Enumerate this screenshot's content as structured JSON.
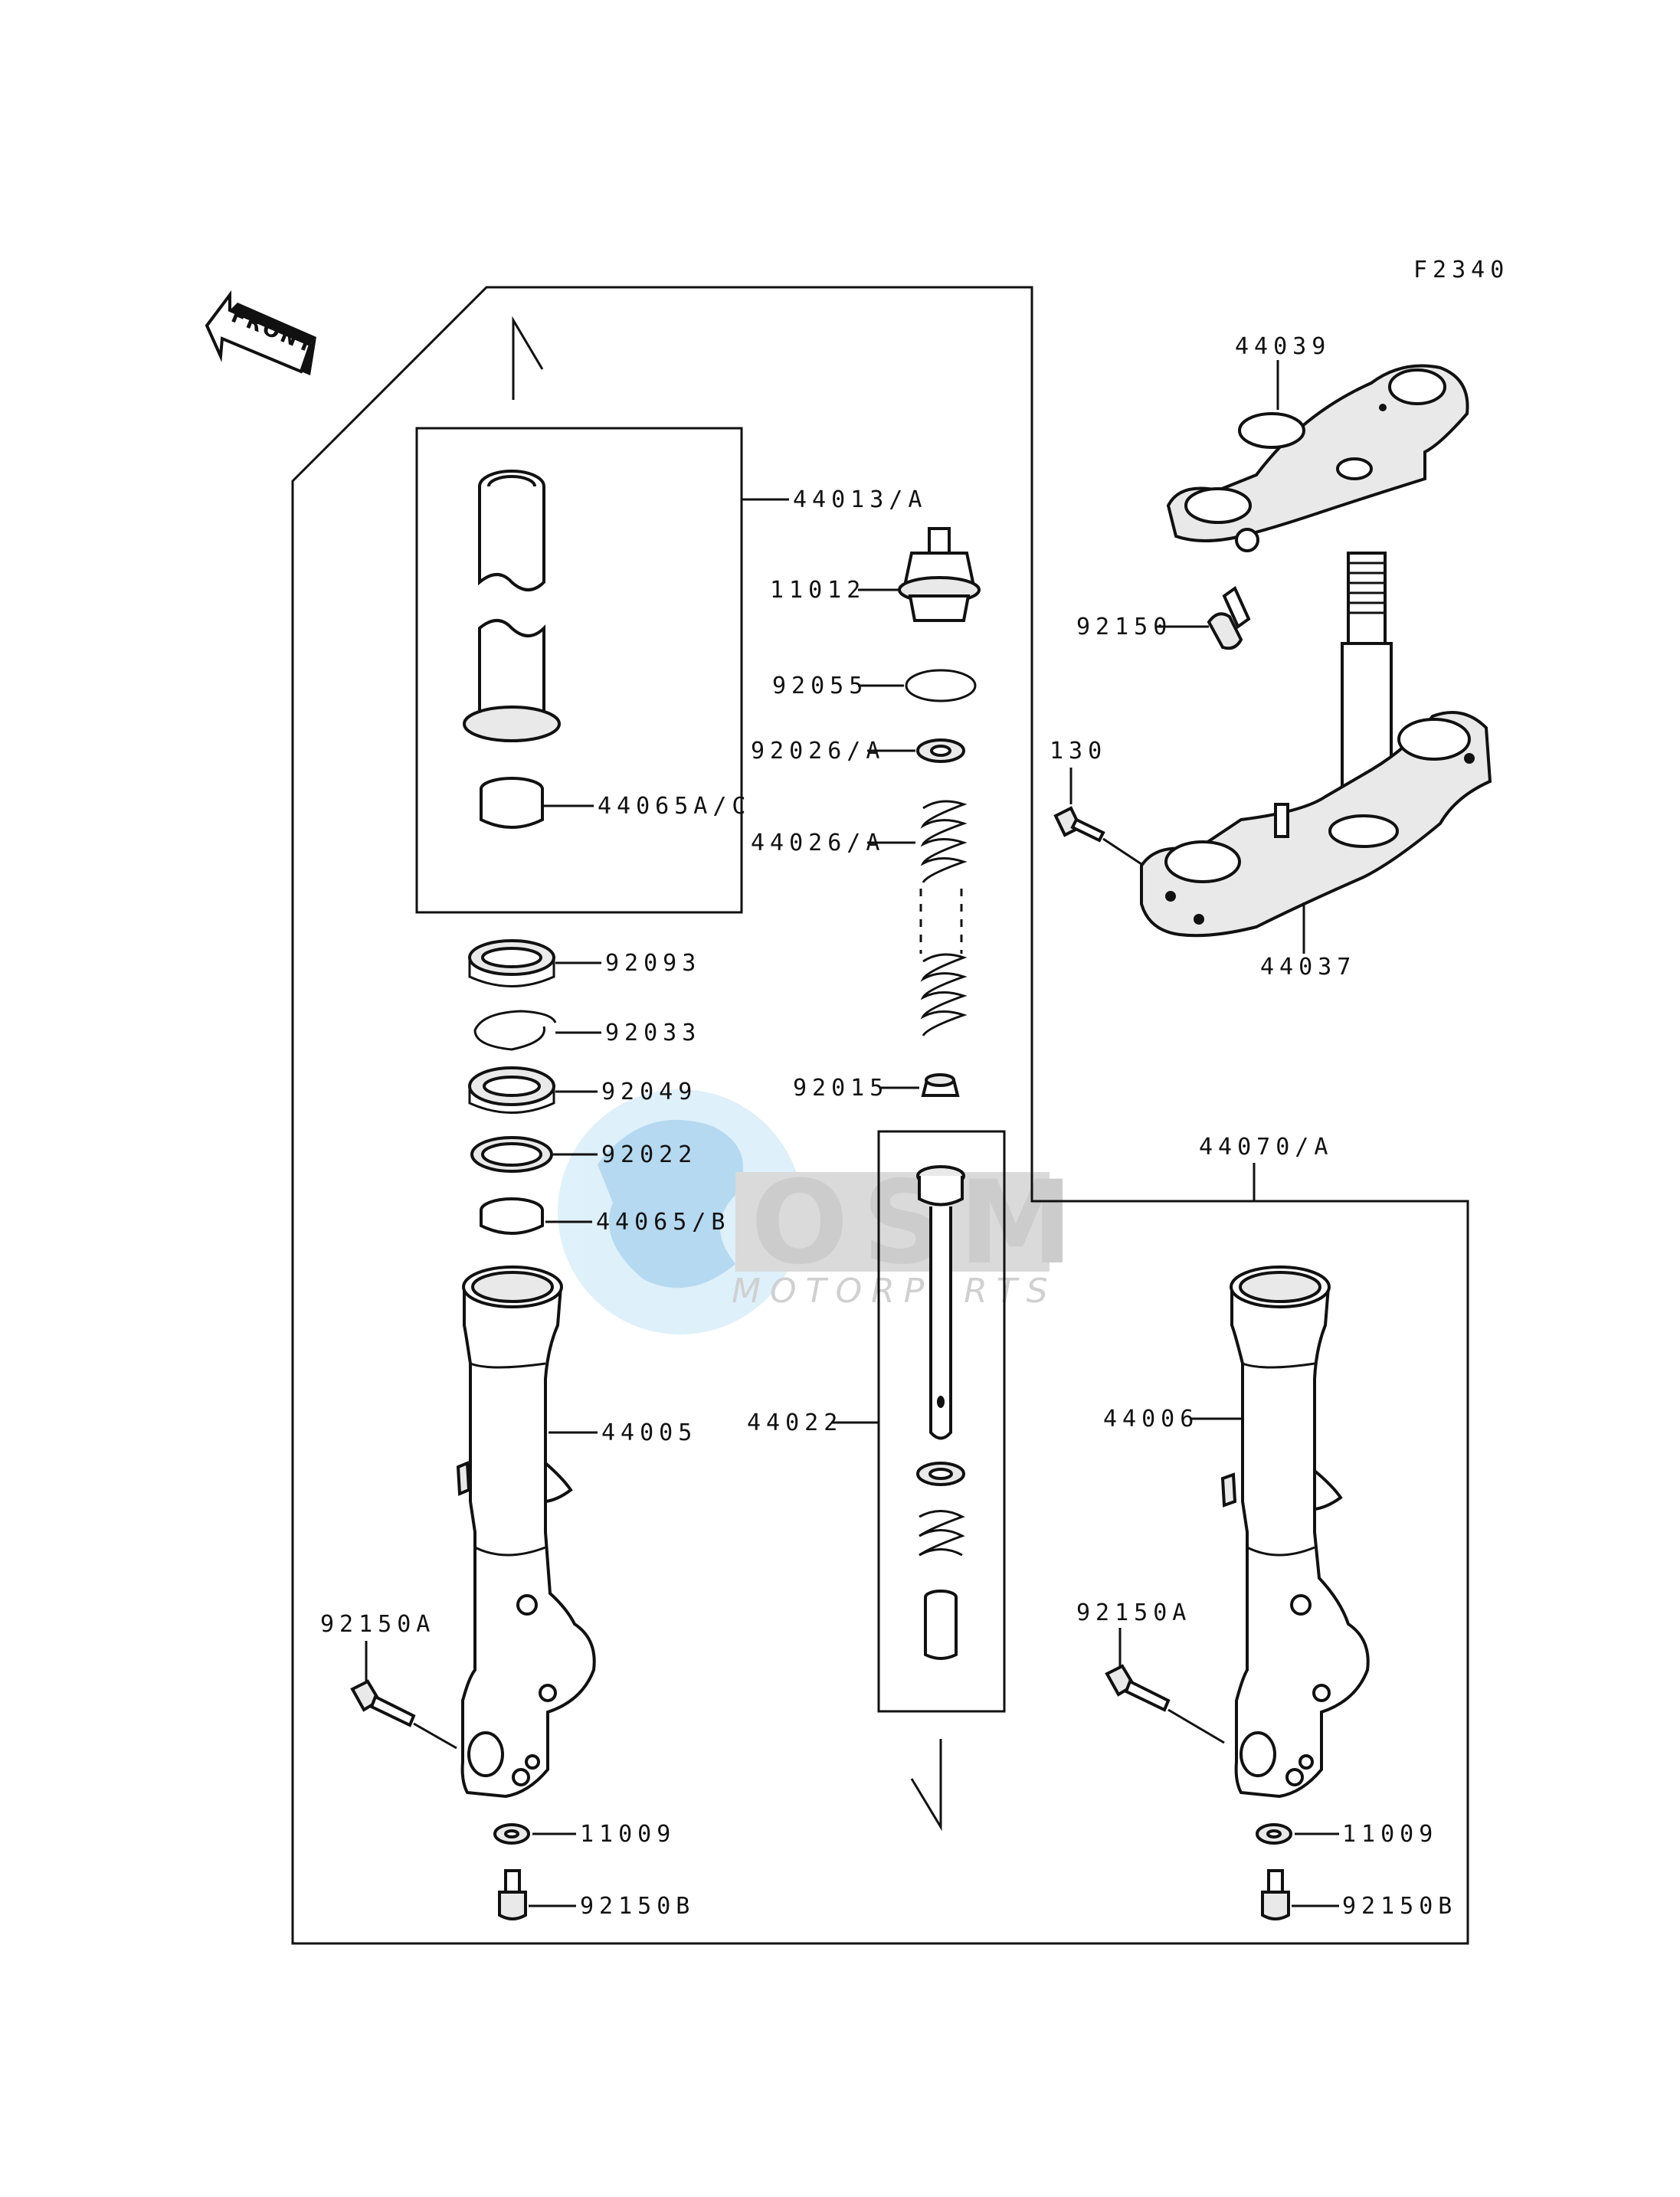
{
  "diagram": {
    "figure_code": "F2340",
    "front_label": "FRONT",
    "watermark": {
      "main": "OSM",
      "sub": "MOTORPARTS",
      "colors": [
        "#cfe8f7",
        "#9ecbe8",
        "#cfcfcf"
      ]
    },
    "labels": {
      "p44039": "44039",
      "p92150": "92150",
      "p130": "130",
      "p44037": "44037",
      "p44013A": "44013/A",
      "p11012": "11012",
      "p92055": "92055",
      "p92026A": "92026/A",
      "p44065AC": "44065A/C",
      "p44026A": "44026/A",
      "p92093": "92093",
      "p92033": "92033",
      "p92049": "92049",
      "p92015": "92015",
      "p92022": "92022",
      "p44065B": "44065/B",
      "p44070A": "44070/A",
      "p44022": "44022",
      "p44005": "44005",
      "p44006": "44006",
      "p92150A_left": "92150A",
      "p92150A_right": "92150A",
      "p11009_left": "11009",
      "p11009_right": "11009",
      "p92150B_left": "92150B",
      "p92150B_right": "92150B"
    }
  }
}
